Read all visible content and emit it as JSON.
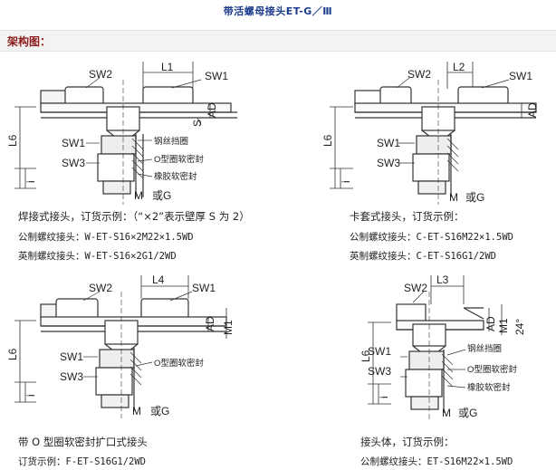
{
  "page_title": "带活螺母接头ET-G／Ⅲ",
  "section_header": "架构图：",
  "figures": [
    {
      "labels": {
        "l": "L1",
        "sw2": "SW2",
        "sw1": "SW1",
        "ad": "AD",
        "s": "S",
        "l6": "L6",
        "swa": "SW1",
        "swb": "SW3",
        "i": "i",
        "m": "M",
        "mg": "或G",
        "n1": "钢丝挡圈",
        "n2": "O型圈软密封",
        "n3": "橡胶软密封"
      },
      "title": "焊接式接头，订货示例：（“×2”表示壁厚 S 为 2）",
      "metric": "公制螺纹接头：W-ET-S16×2M22×1.5WD",
      "imperial": "英制螺纹接头：W-ET-S16×2G1/2WD"
    },
    {
      "labels": {
        "l": "L2",
        "sw2": "SW2",
        "sw1": "SW1",
        "ad": "AD",
        "l6": "L6",
        "swa": "SW1",
        "swb": "SW3",
        "i": "i",
        "m": "M",
        "mg": "或G"
      },
      "title": "卡套式接头，订货示例：",
      "metric": "公制螺纹接头：C-ET-S16M22×1.5WD",
      "imperial": "英制螺纹接头：C-ET-S16G1/2WD"
    },
    {
      "labels": {
        "l": "L4",
        "sw2": "SW2",
        "sw1": "SW1",
        "ad": "AD",
        "m1": "M1",
        "l6": "L6",
        "swa": "SW1",
        "swb": "SW3",
        "i": "i",
        "m": "M",
        "mg": "或G",
        "n2": "O型圈软密封"
      },
      "title": "带 O 型圈软密封扩口式接头",
      "order": "订货示例：F-ET-S16G1/2WD"
    },
    {
      "labels": {
        "l": "L3",
        "sw2": "SW2",
        "ad": "AD",
        "m1": "M1",
        "ang": "24°",
        "l6": "L6",
        "swa": "SW1",
        "swb": "SW3",
        "i": "i",
        "m": "M",
        "mg": "或G",
        "n1": "钢丝挡圈",
        "n2": "O型圈软密封",
        "n3": "橡胶软密封"
      },
      "title": "接头体，订货示例：",
      "metric": "公制螺纹接头：ET-S16M22×1.5WD"
    }
  ]
}
